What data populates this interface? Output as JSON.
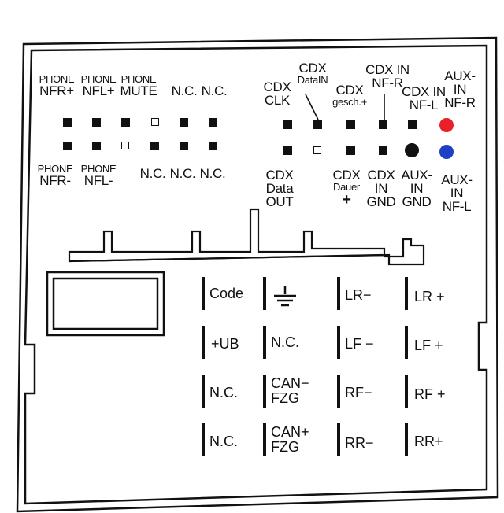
{
  "top_labels_left": [
    {
      "id": "phone-nfr-plus",
      "line1": "PHONE",
      "line2": "NFR+"
    },
    {
      "id": "phone-nfl-plus",
      "line1": "PHONE",
      "line2": "NFL+"
    },
    {
      "id": "phone-mute",
      "line1": "PHONE",
      "line2": "MUTE"
    },
    {
      "id": "nc-top-1",
      "line1": "",
      "line2": "N.C."
    },
    {
      "id": "nc-top-2",
      "line1": "",
      "line2": "N.C."
    }
  ],
  "bottom_labels_left": [
    {
      "id": "phone-nfr-minus",
      "line1": "PHONE",
      "line2": "NFR-"
    },
    {
      "id": "phone-nfl-minus",
      "line1": "PHONE",
      "line2": "NFL-"
    },
    {
      "id": "nc-bot-1",
      "line1": "N.C.",
      "line2": ""
    },
    {
      "id": "nc-bot-2",
      "line1": "N.C.",
      "line2": ""
    },
    {
      "id": "nc-bot-3",
      "line1": "N.C.",
      "line2": ""
    }
  ],
  "top_labels_right": [
    {
      "id": "cdx-clk",
      "line1": "CDX",
      "line2": "CLK"
    },
    {
      "id": "cdx-datain",
      "line1": "CDX",
      "line2": "DataIN"
    },
    {
      "id": "cdx-gesch",
      "line1": "CDX",
      "line2": "gesch.+"
    },
    {
      "id": "cdx-in-nfr",
      "line1": "CDX IN",
      "line2": "NF-R"
    },
    {
      "id": "cdx-in-nfl",
      "line1": "CDX IN",
      "line2": "NF-L"
    },
    {
      "id": "aux-in-nfr",
      "line1": "AUX-",
      "line2": "IN",
      "line3": "NF-R"
    }
  ],
  "bottom_labels_right": [
    {
      "id": "cdx-data-out",
      "line1": "CDX",
      "line2": "Data",
      "line3": "OUT"
    },
    {
      "id": "cdx-dauer",
      "line1": "CDX",
      "line2": "Dauer",
      "line3": "+"
    },
    {
      "id": "cdx-in-gnd",
      "line1": "CDX",
      "line2": "IN",
      "line3": "GND"
    },
    {
      "id": "aux-in-gnd",
      "line1": "AUX-",
      "line2": "IN",
      "line3": "GND"
    },
    {
      "id": "aux-in-nfl",
      "line1": "AUX-",
      "line2": "IN",
      "line3": "NF-L"
    }
  ],
  "colors": {
    "red": "#e8202a",
    "blue": "#1f3fc4",
    "black": "#111111"
  },
  "power_labels": [
    {
      "id": "code",
      "text": "Code"
    },
    {
      "id": "ground",
      "text": ""
    },
    {
      "id": "lr-minus",
      "text": "LR−"
    },
    {
      "id": "lr-plus",
      "text": "LR +"
    },
    {
      "id": "plus-ub",
      "text": "+UB"
    },
    {
      "id": "nc-power-1",
      "text": "N.C."
    },
    {
      "id": "lf-minus",
      "text": "LF −"
    },
    {
      "id": "lf-plus",
      "text": "LF +"
    },
    {
      "id": "nc-power-2",
      "text": "N.C."
    },
    {
      "id": "can-minus-fzg",
      "text": "CAN−\nFZG"
    },
    {
      "id": "rf-minus",
      "text": "RF−"
    },
    {
      "id": "rf-plus",
      "text": "RF +"
    },
    {
      "id": "nc-power-3",
      "text": "N.C."
    },
    {
      "id": "can-plus-fzg",
      "text": "CAN+\nFZG"
    },
    {
      "id": "rr-minus",
      "text": "RR−"
    },
    {
      "id": "rr-plus",
      "text": "RR+"
    }
  ]
}
